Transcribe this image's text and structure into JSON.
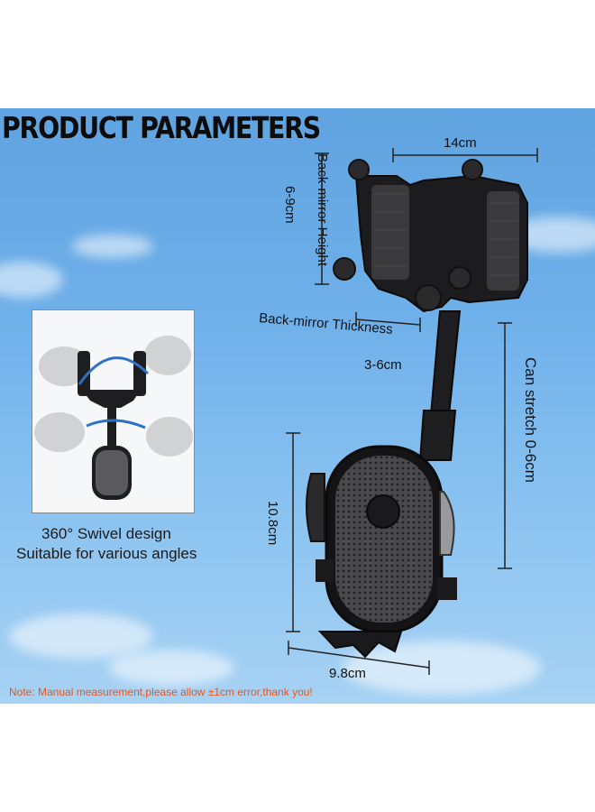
{
  "title": "PRODUCT PARAMETERS",
  "inset": {
    "caption_line1": "360° Swivel design",
    "caption_line2": "Suitable for various angles"
  },
  "dimensions": {
    "mirror_clip_width": "14cm",
    "mirror_height_label": "Back-mirror Height",
    "mirror_height_value": "6-9cm",
    "mirror_thickness_label": "Back-mirror Thickness",
    "mirror_thickness_value": "3-6cm",
    "stretch": "Can stretch 0-6cm",
    "holder_height": "10.8cm",
    "holder_width": "9.8cm"
  },
  "note": "Note: Manual measurement,please allow ±1cm error,thank you!",
  "colors": {
    "sky": "#6fb0ea",
    "note": "#e8551e",
    "product": "#1c1c1e"
  }
}
